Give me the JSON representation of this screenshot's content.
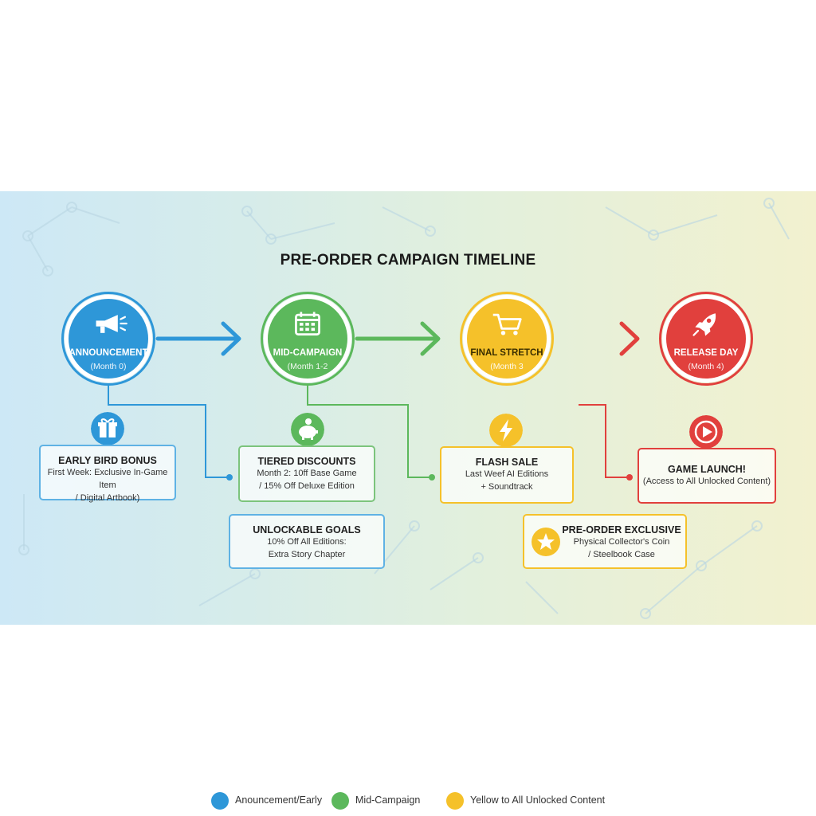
{
  "title": "PRE-ORDER CAMPAIGN TIMELINE",
  "colors": {
    "blue": "#2e97d8",
    "green": "#5cb85c",
    "yellow": "#f5c12a",
    "red": "#e1403d"
  },
  "stages": [
    {
      "name": "ANNOUNCEMENT",
      "period": "(Month 0)",
      "icon": "megaphone-icon"
    },
    {
      "name": "MID-CAMPAIGN",
      "period": "(Month 1-2",
      "icon": "calendar-icon"
    },
    {
      "name": "FINAL STRETCH",
      "period": "(Month 3",
      "icon": "cart-icon"
    },
    {
      "name": "RELEASE DAY",
      "period": "(Month 4)",
      "icon": "rocket-icon"
    }
  ],
  "cards": [
    {
      "title": "EARLY BIRD BONUS",
      "lines": [
        "First Week: Exclusive In-Game Item",
        "/ Digital Artbook)"
      ],
      "icon": "gift-icon"
    },
    {
      "title": "TIERED DISCOUNTS",
      "lines": [
        "Month 2: 10ff Base Game",
        "/ 15% Off Deluxe Edition"
      ],
      "icon": "piggy-bank-icon"
    },
    {
      "title": "UNLOCKABLE GOALS",
      "lines": [
        "10% Off All Editions:",
        "Extra Story Chapter"
      ]
    },
    {
      "title": "FLASH SALE",
      "lines": [
        "Last Weef AI Editions",
        "+ Soundtrack"
      ],
      "icon": "lightning-icon"
    },
    {
      "title": "PRE-ORDER EXCLUSIVE",
      "lines": [
        "Physical Collector's Coin",
        "/ Steelbook Case"
      ],
      "icon": "star-icon"
    },
    {
      "title": "GAME LAUNCH!",
      "lines": [
        "(Access to All Unlocked Content)"
      ],
      "icon": "play-icon"
    }
  ],
  "legend": [
    {
      "label": "Anouncement/Early",
      "color": "#2e97d8"
    },
    {
      "label": "Mid-Campaign",
      "color": "#5cb85c"
    },
    {
      "label": "Yellow to All Unlocked Content",
      "color": "#f5c12a"
    }
  ]
}
